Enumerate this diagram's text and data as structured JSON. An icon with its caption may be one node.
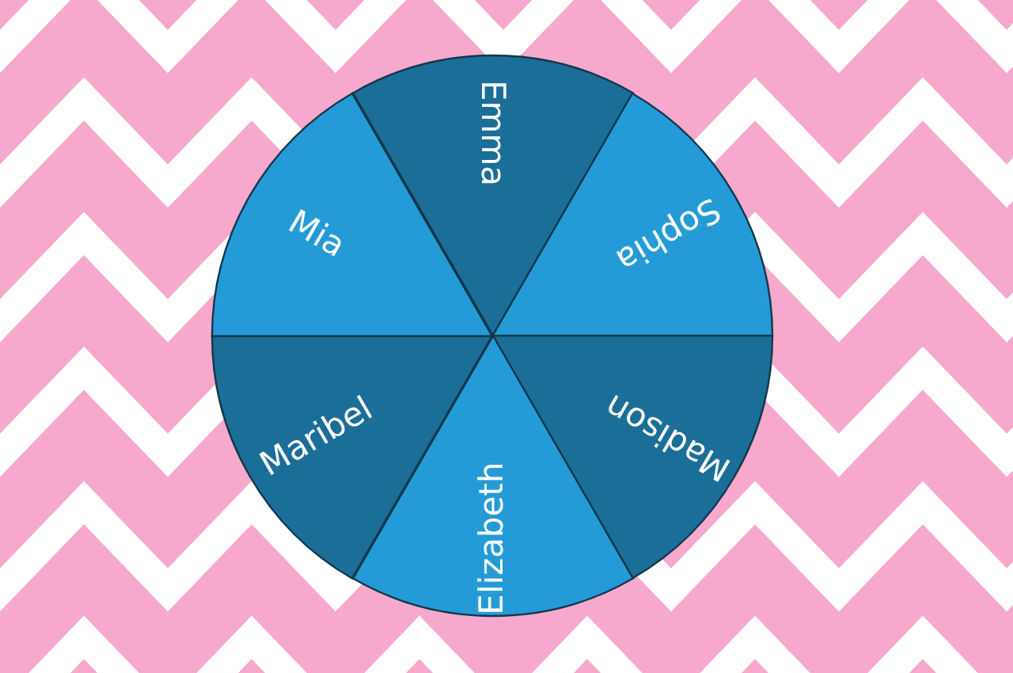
{
  "diagram": {
    "nodes": [
      {
        "text": [
          "Emma"
        ]
      },
      {
        "text": [
          "Sophia"
        ]
      },
      {
        "text": [
          "Madison"
        ]
      },
      {
        "text": [
          "Elizabeth"
        ]
      },
      {
        "text": [
          "Maribel"
        ]
      },
      {
        "text": [
          "Mia"
        ]
      }
    ]
  }
}
